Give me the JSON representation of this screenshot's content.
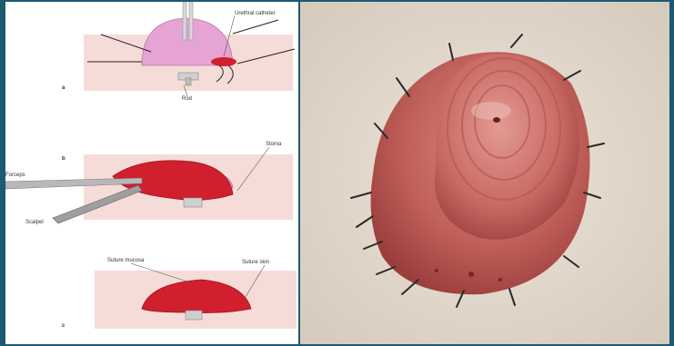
{
  "diagram": {
    "steps": [
      "a",
      "b",
      "c"
    ],
    "labels": {
      "catheter": "Urethral catheter",
      "rod": "Rod",
      "stoma": "Stoma",
      "scalpel": "Scalpel",
      "forceps": "Forceps",
      "suture_mucosa": "Suture mucosa",
      "suture_skin": "Suture skin"
    }
  },
  "colors": {
    "frame": "#1c5a72",
    "skin_band": "#f6dcd8",
    "dome": "#e9a6d6",
    "stoma_red": "#d11f2e",
    "photo_bg": "#e7ddd2",
    "tissue": "#c86a60"
  }
}
